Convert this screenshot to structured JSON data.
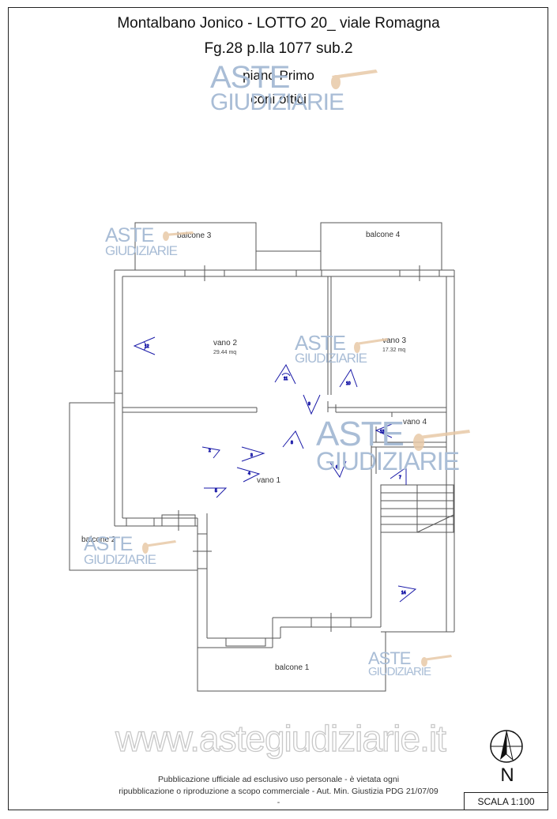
{
  "header": {
    "line1": "Montalbano Jonico - LOTTO 20_ viale Romagna",
    "line2": "Fg.28 p.lla 1077 sub.2",
    "line3": "piano Primo",
    "line4": "coni ottici"
  },
  "watermark": {
    "word1": "ASTE",
    "word2": "GIUDIZIARIE",
    "site": "www.astegiudiziarie.it"
  },
  "rooms": {
    "balcone3": "balcone 3",
    "balcone4": "balcone 4",
    "vano2": {
      "name": "vano 2",
      "area": "29.44 mq"
    },
    "vano3": {
      "name": "vano 3",
      "area": "17.32 mq"
    },
    "vano4": "vano 4",
    "vano1": "vano 1",
    "balcone2": "balcone 2",
    "balcone1": "balcone 1"
  },
  "cones": [
    "1",
    "2",
    "3",
    "4",
    "5",
    "6",
    "7",
    "8",
    "9",
    "10",
    "11",
    "12",
    "13",
    "14"
  ],
  "footer": {
    "line1": "Pubblicazione ufficiale ad esclusivo uso personale - è vietata ogni",
    "line2": "ripubblicazione o riproduzione a scopo commerciale - Aut. Min. Giustizia PDG 21/07/09",
    "line3": "-"
  },
  "north_label": "N",
  "scale_label": "SCALA  1:100",
  "colors": {
    "walls": "#555555",
    "cones": "#1a1aa8",
    "watermark": "#a9bdd6",
    "gavel": "#e8c9a8"
  }
}
